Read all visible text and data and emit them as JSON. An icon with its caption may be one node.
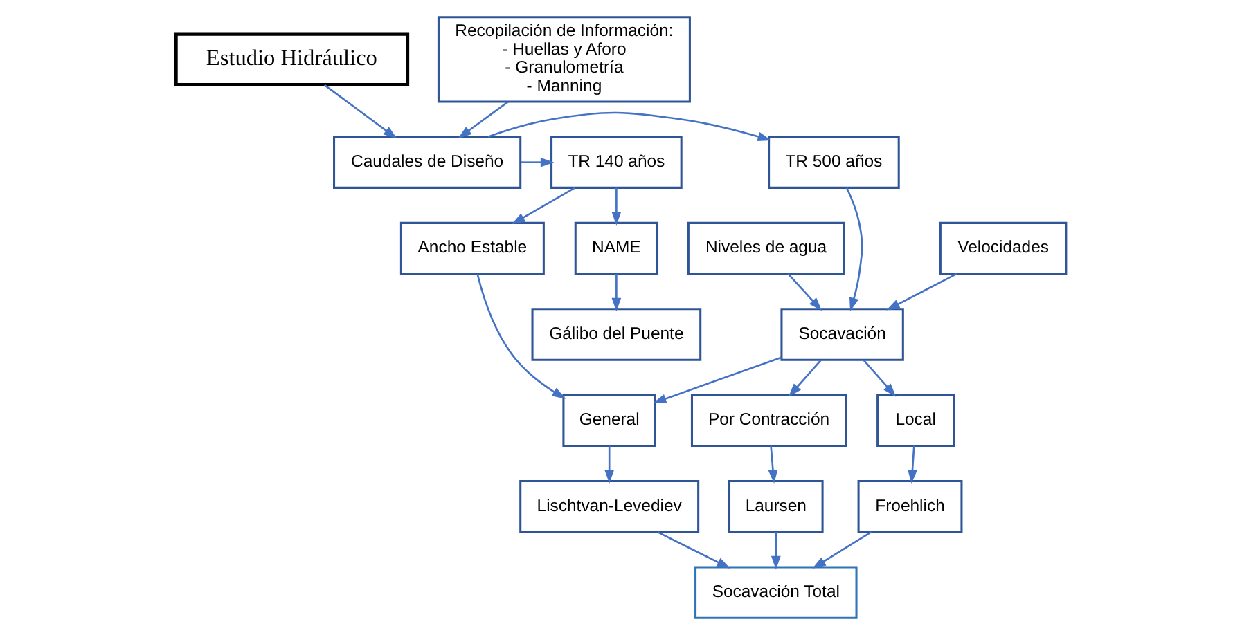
{
  "diagram": {
    "nodes": [
      {
        "text": [
          "Estudio Hidráulico"
        ]
      },
      {
        "text": [
          "Recopilación de Información:",
          "- Huellas y Aforo",
          "- Granulometría",
          "- Manning"
        ]
      },
      {
        "text": [
          "Caudales de Diseño"
        ]
      },
      {
        "text": [
          "TR 140 años"
        ]
      },
      {
        "text": [
          "TR 500 años"
        ]
      },
      {
        "text": [
          "NAME"
        ]
      },
      {
        "text": [
          "Gálibo del Puente"
        ]
      },
      {
        "text": [
          "Ancho Estable"
        ]
      },
      {
        "text": [
          "Velocidades"
        ]
      },
      {
        "text": [
          "Niveles de agua"
        ]
      },
      {
        "text": [
          "Socavación"
        ]
      },
      {
        "text": [
          "General"
        ]
      },
      {
        "text": [
          "Local"
        ]
      },
      {
        "text": [
          "Por Contracción"
        ]
      },
      {
        "text": [
          "Lischtvan-Levediev"
        ]
      },
      {
        "text": [
          "Froehlich"
        ]
      },
      {
        "text": [
          "Laursen"
        ]
      },
      {
        "text": [
          "Socavación Total"
        ]
      }
    ],
    "edges": [
      {
        "from": 0,
        "to": 2,
        "arrow": "to"
      },
      {
        "from": 1,
        "to": 2,
        "arrow": "to"
      },
      {
        "from": 2,
        "to": 3,
        "arrow": "to"
      },
      {
        "from": 2,
        "to": 4,
        "arrow": "to"
      },
      {
        "from": 3,
        "to": 5,
        "arrow": "to"
      },
      {
        "from": 3,
        "to": 7,
        "arrow": "to"
      },
      {
        "from": 5,
        "to": 6,
        "arrow": "to"
      },
      {
        "from": 4,
        "to": 10,
        "arrow": "to"
      },
      {
        "from": 8,
        "to": 10,
        "arrow": "to"
      },
      {
        "from": 9,
        "to": 10,
        "arrow": "to"
      },
      {
        "from": 7,
        "to": 11,
        "arrow": "to"
      },
      {
        "from": 10,
        "to": 11,
        "arrow": "to"
      },
      {
        "from": 10,
        "to": 12,
        "arrow": "to"
      },
      {
        "from": 10,
        "to": 13,
        "arrow": "to"
      },
      {
        "from": 11,
        "to": 14,
        "arrow": "to"
      },
      {
        "from": 12,
        "to": 15,
        "arrow": "to"
      },
      {
        "from": 13,
        "to": 16,
        "arrow": "to"
      },
      {
        "from": 14,
        "to": 17,
        "arrow": "to"
      },
      {
        "from": 15,
        "to": 17,
        "arrow": "to"
      },
      {
        "from": 16,
        "to": 17,
        "arrow": "to"
      }
    ]
  }
}
